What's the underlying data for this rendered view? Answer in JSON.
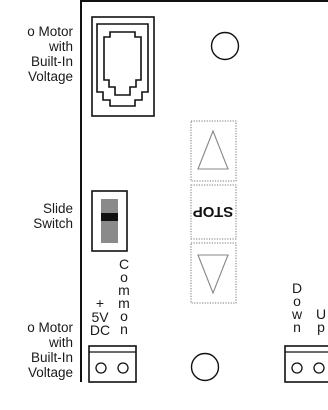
{
  "labels": {
    "top_motor": [
      "o Motor",
      "with",
      "Built-In",
      "Voltage"
    ],
    "slide_switch": [
      "Slide",
      "Switch"
    ],
    "bottom_motor": [
      "o Motor",
      "with",
      "Built-In",
      "Voltage"
    ]
  },
  "terminal_left": {
    "plus": "+",
    "volt": "5V",
    "dc": "DC",
    "common": [
      "C",
      "o",
      "m",
      "m",
      "o",
      "n"
    ]
  },
  "terminal_right": {
    "down": [
      "D",
      "o",
      "w",
      "n"
    ],
    "up": [
      "U",
      "p"
    ]
  },
  "buttons": {
    "stop_label": "STOP"
  }
}
